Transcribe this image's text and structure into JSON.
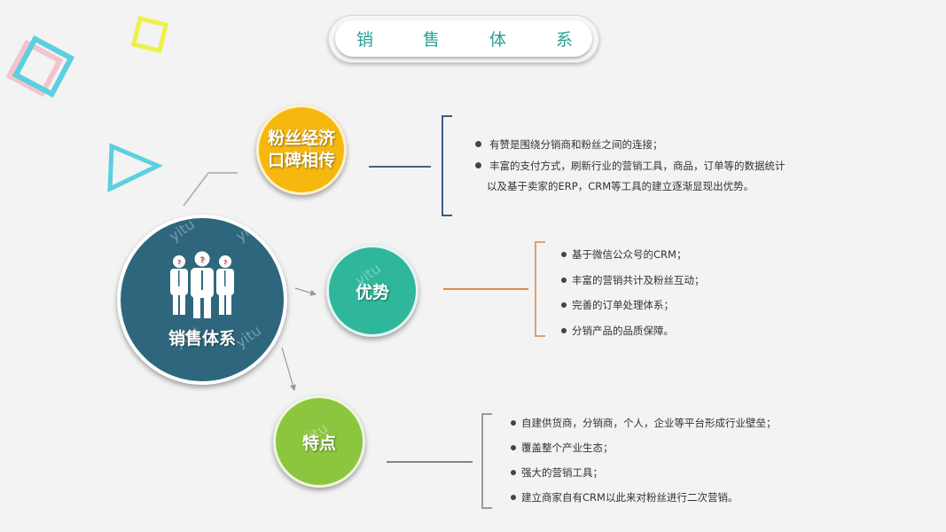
{
  "title": {
    "chars": [
      "销",
      "售",
      "体",
      "系"
    ]
  },
  "center_node": {
    "label": "销售体系",
    "icon": "people-group-icon",
    "color": "#2e677d"
  },
  "nodes": [
    {
      "id": "fans",
      "label_lines": [
        "粉丝经济",
        "口碑相传"
      ],
      "color": "#f6b80f",
      "line_color": "#2b4b7d"
    },
    {
      "id": "advantage",
      "label": "优势",
      "color": "#2fb79c",
      "line_color": "#e07b2c"
    },
    {
      "id": "features",
      "label": "特点",
      "color": "#8cc63f",
      "line_color": "#666666"
    }
  ],
  "fans_list": {
    "items": [
      "有赞是围绕分销商和粉丝之间的连接；",
      "丰富的支付方式，刷新行业的营销工具，商品，订单等的数据统计",
      "以及基于卖家的ERP，CRM等工具的建立逐渐显现出优势。"
    ]
  },
  "advantage_list": {
    "items": [
      "基于微信公众号的CRM；",
      "丰富的营销共计及粉丝互动；",
      "完善的订单处理体系；",
      "分销产品的品质保障。"
    ]
  },
  "features_list": {
    "items": [
      "自建供货商，分销商，个人，企业等平台形成行业壁垒；",
      "覆盖整个产业生态；",
      "强大的营销工具；",
      "建立商家自有CRM以此来对粉丝进行二次营销。"
    ]
  },
  "decorations": {
    "square_colors": [
      "#5bd0de",
      "#f4b8c4",
      "#eef04a"
    ],
    "triangle_color": "#5bd0de"
  },
  "watermark": "yitu"
}
